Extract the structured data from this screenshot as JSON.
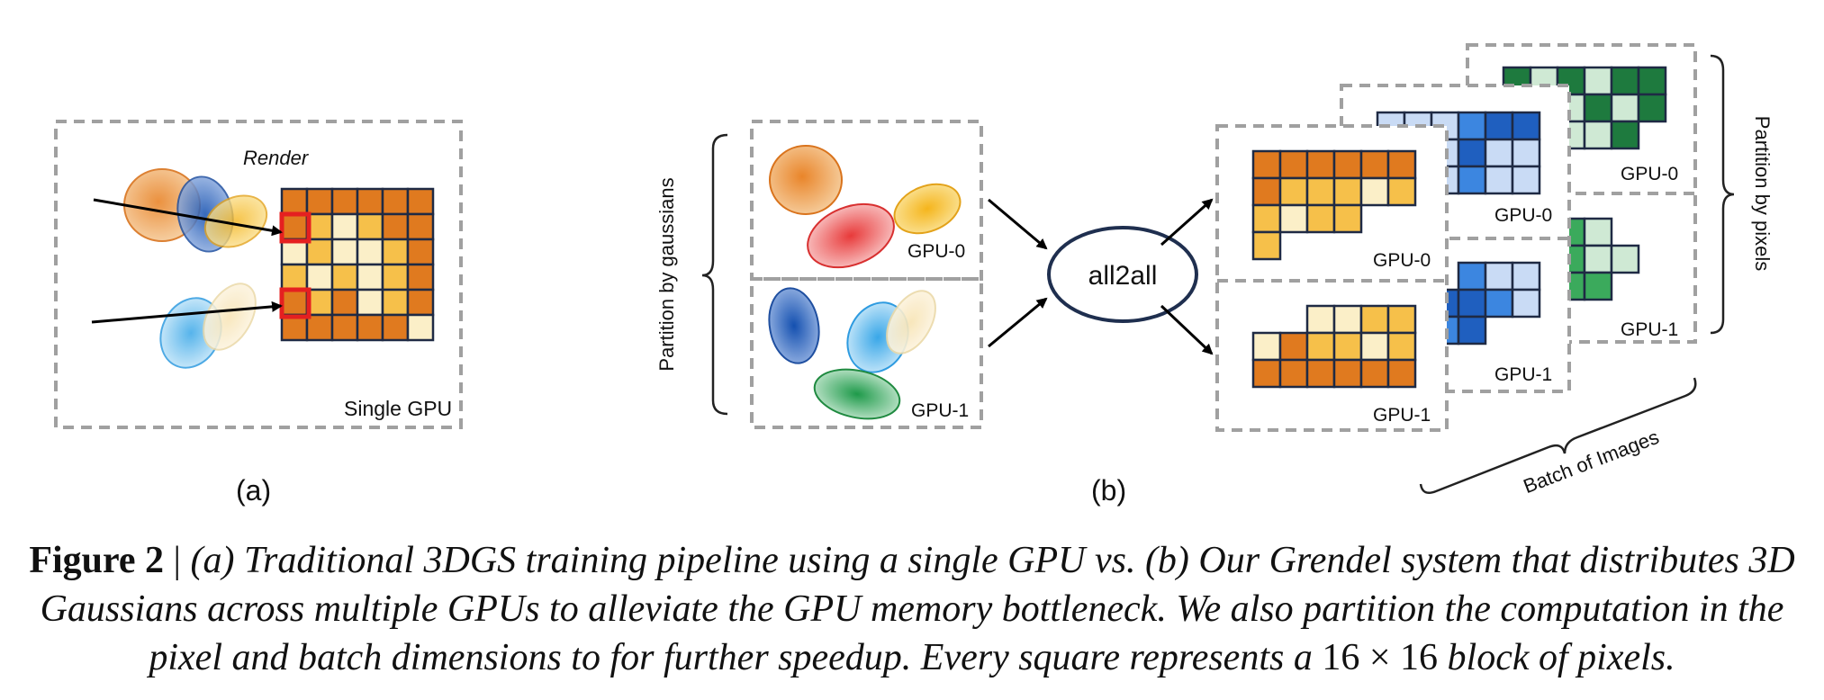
{
  "panel_a": {
    "render_label": "Render",
    "gpu_label": "Single GPU",
    "sublabel": "(a)"
  },
  "panel_b": {
    "partition_gaussians_label": "Partition by gaussians",
    "gpu0_label": "GPU-0",
    "gpu1_label": "GPU-1",
    "all2all_label": "all2all",
    "partition_pixels_label": "Partition by pixels",
    "batch_label": "Batch of Images",
    "sublabel": "(b)"
  },
  "colors": {
    "orange_dark": "#E07A1F",
    "orange_light": "#F6C04A",
    "cream": "#FBEFC8",
    "blue_dark": "#1F5FBF",
    "blue_mid": "#3C86E0",
    "blue_light": "#C9DBF5",
    "green_dark": "#1E7A3E",
    "green_mid": "#3BAA5C",
    "green_light": "#CFE9D4",
    "dashed_border": "#A0A0A0",
    "selection_red": "#E52020"
  },
  "caption": {
    "label": "Figure 2",
    "separator": " | ",
    "text_1": "(a) Traditional 3DGS training pipeline using a single GPU vs. (b) Our Grendel system that distributes 3D Gaussians across multiple GPUs to alleviate the GPU memory bottleneck. We also partition the computation in the pixel and batch dimensions to for further speedup. Every square represents a ",
    "math": "16 × 16",
    "text_2": " block of pixels."
  }
}
